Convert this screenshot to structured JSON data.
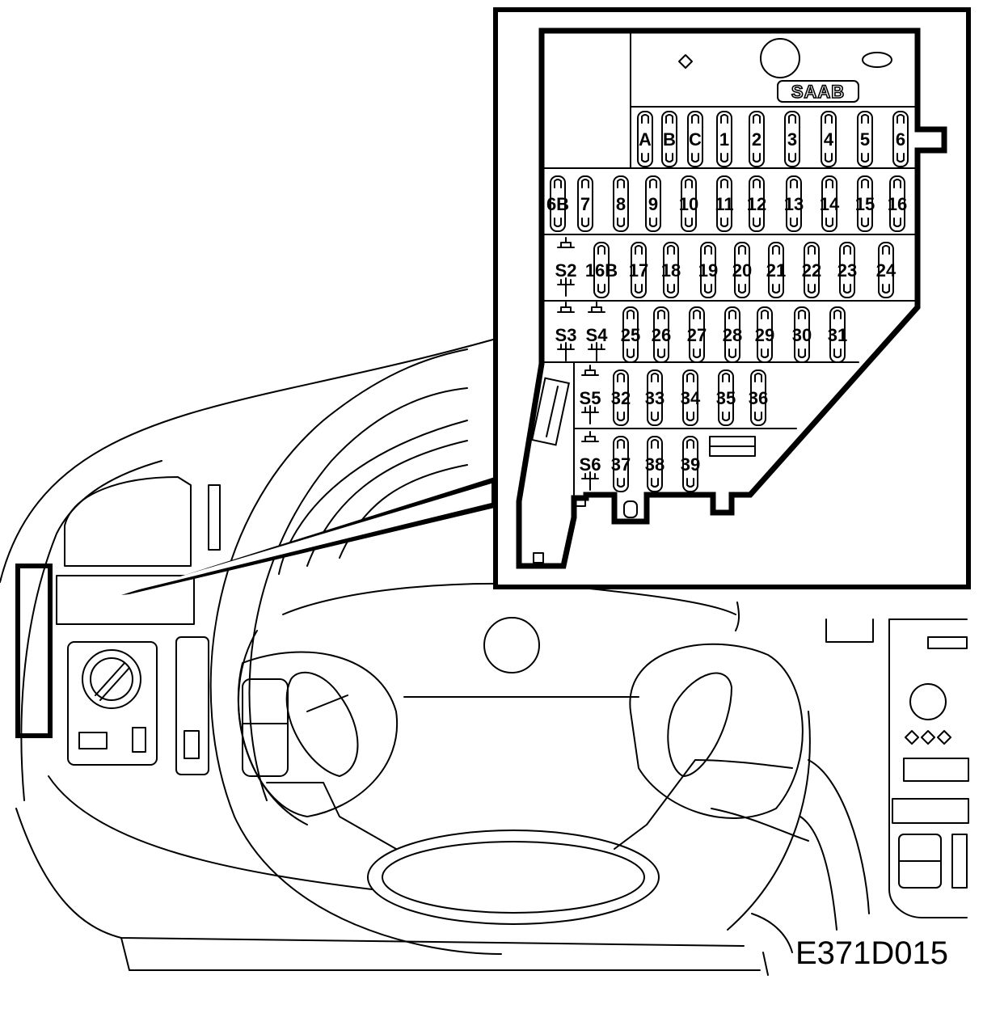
{
  "diagram": {
    "brand": "SAAB",
    "figure_code": "E371D015",
    "rows": [
      {
        "fuses": [
          "A",
          "B",
          "C",
          "1",
          "2",
          "3",
          "4",
          "5",
          "6"
        ]
      },
      {
        "fuses": [
          "6B",
          "7",
          "8",
          "9",
          "10",
          "11",
          "12",
          "13",
          "14",
          "15",
          "16"
        ]
      },
      {
        "fuses": [
          "S2",
          "16B",
          "17",
          "18",
          "19",
          "20",
          "21",
          "22",
          "23",
          "24"
        ]
      },
      {
        "fuses": [
          "S3",
          "S4",
          "25",
          "26",
          "27",
          "28",
          "29",
          "30",
          "31"
        ]
      },
      {
        "fuses": [
          "S5",
          "32",
          "33",
          "34",
          "35",
          "36"
        ]
      },
      {
        "fuses": [
          "S6",
          "37",
          "38",
          "39"
        ]
      }
    ]
  }
}
